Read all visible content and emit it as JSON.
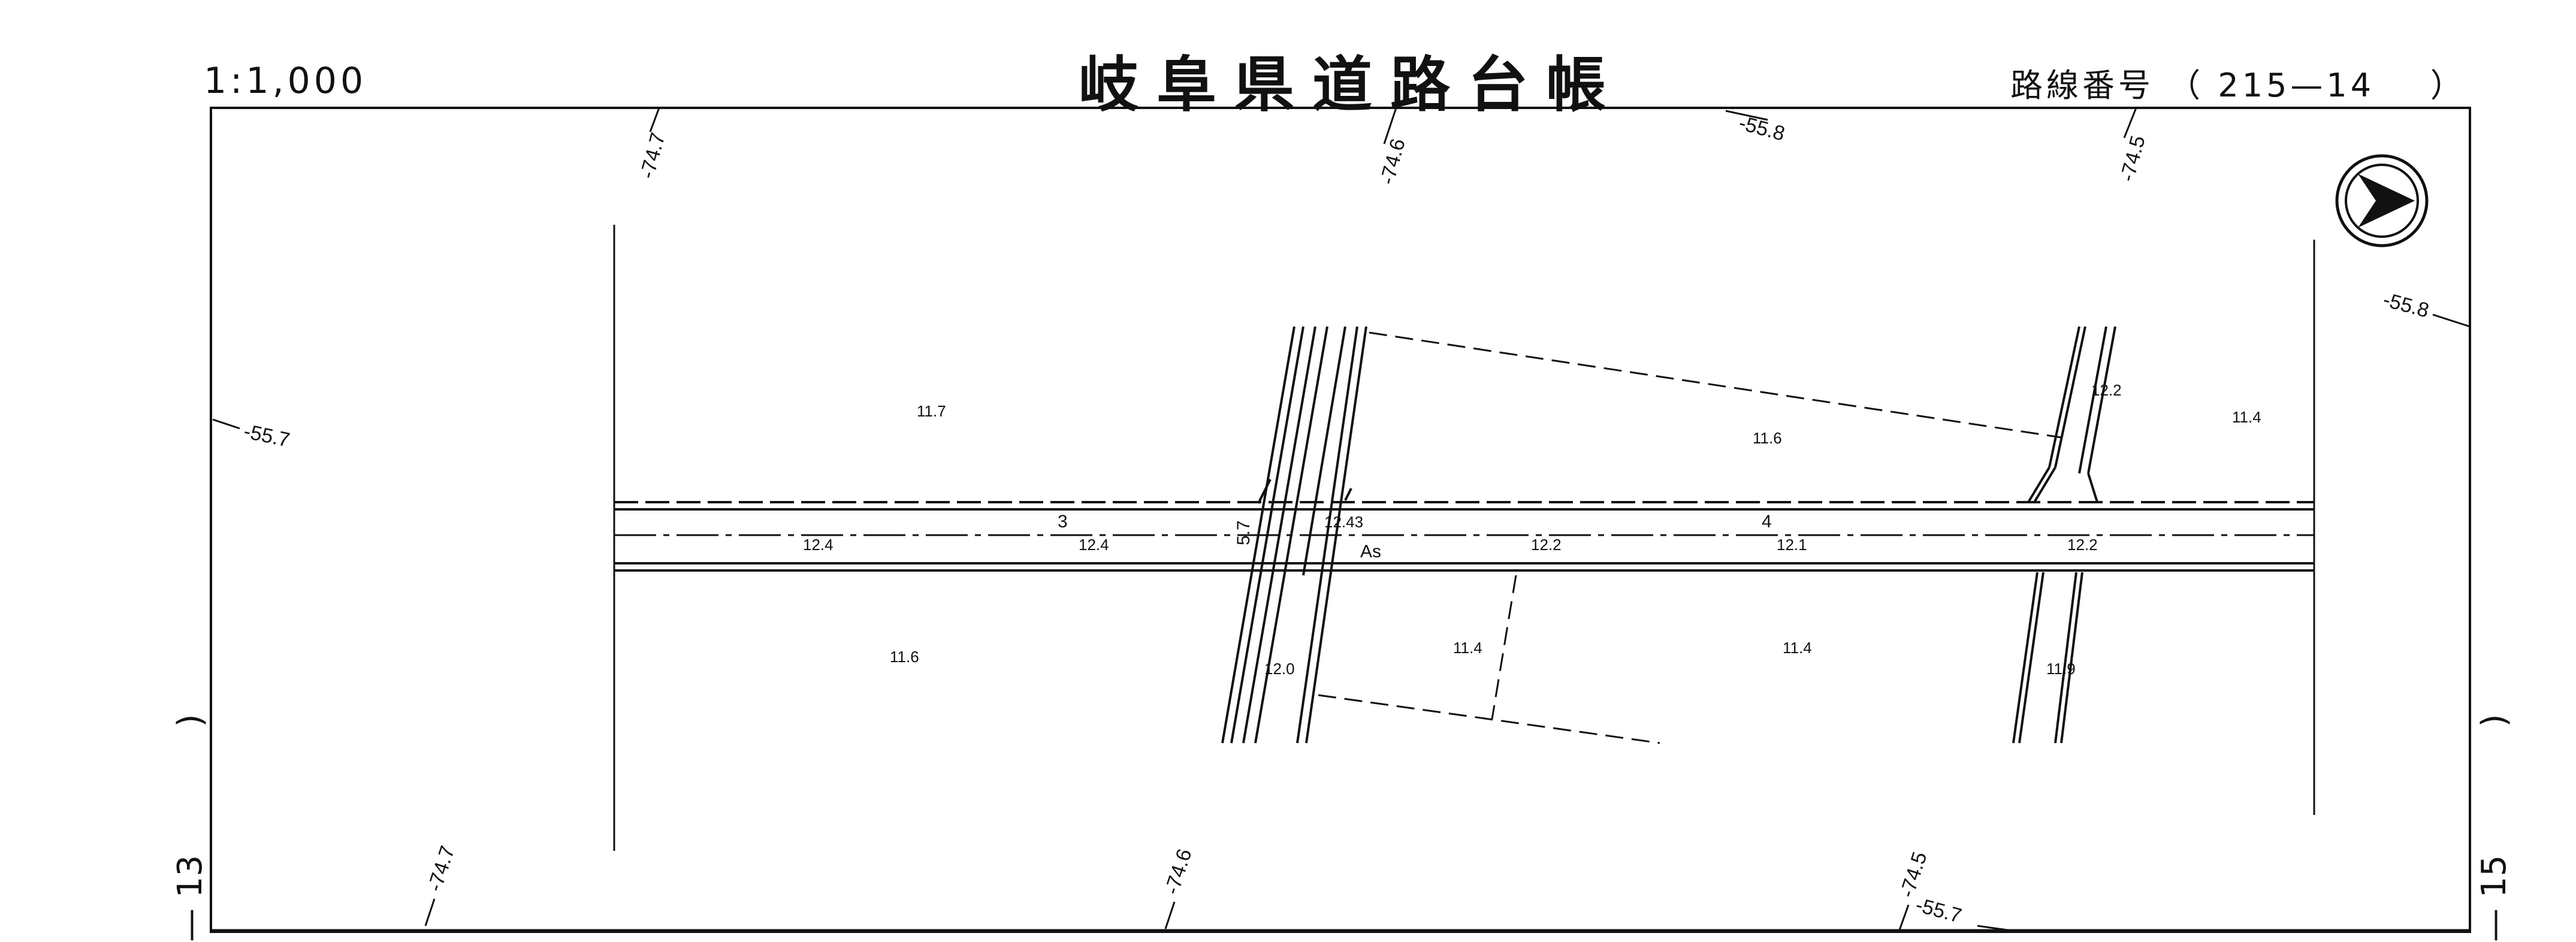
{
  "header": {
    "scale": "1:1,000",
    "title": "岐阜県道路台帳",
    "route_label": "路線番号",
    "route_number": "215—14"
  },
  "side_pages": {
    "left": "13",
    "right": "15"
  },
  "map": {
    "north_arrow": "north-arrow-icon",
    "grid_labels": [
      "-74.7",
      "-74.6",
      "-74.5",
      "-55.8",
      "-55.8",
      "-55.7",
      "-74.7",
      "-74.6",
      "-74.5",
      "-55.7"
    ],
    "road_label": "As",
    "road_numbers": [
      "3",
      "4"
    ],
    "width_label": "5.7",
    "elevations": [
      "11.7",
      "11.6",
      "11.6",
      "11.4",
      "11.4",
      "11.4",
      "11.9",
      "12.4",
      "12.4",
      "12.43",
      "12.2",
      "12.1",
      "12.2",
      "12.2",
      "12.0"
    ]
  }
}
